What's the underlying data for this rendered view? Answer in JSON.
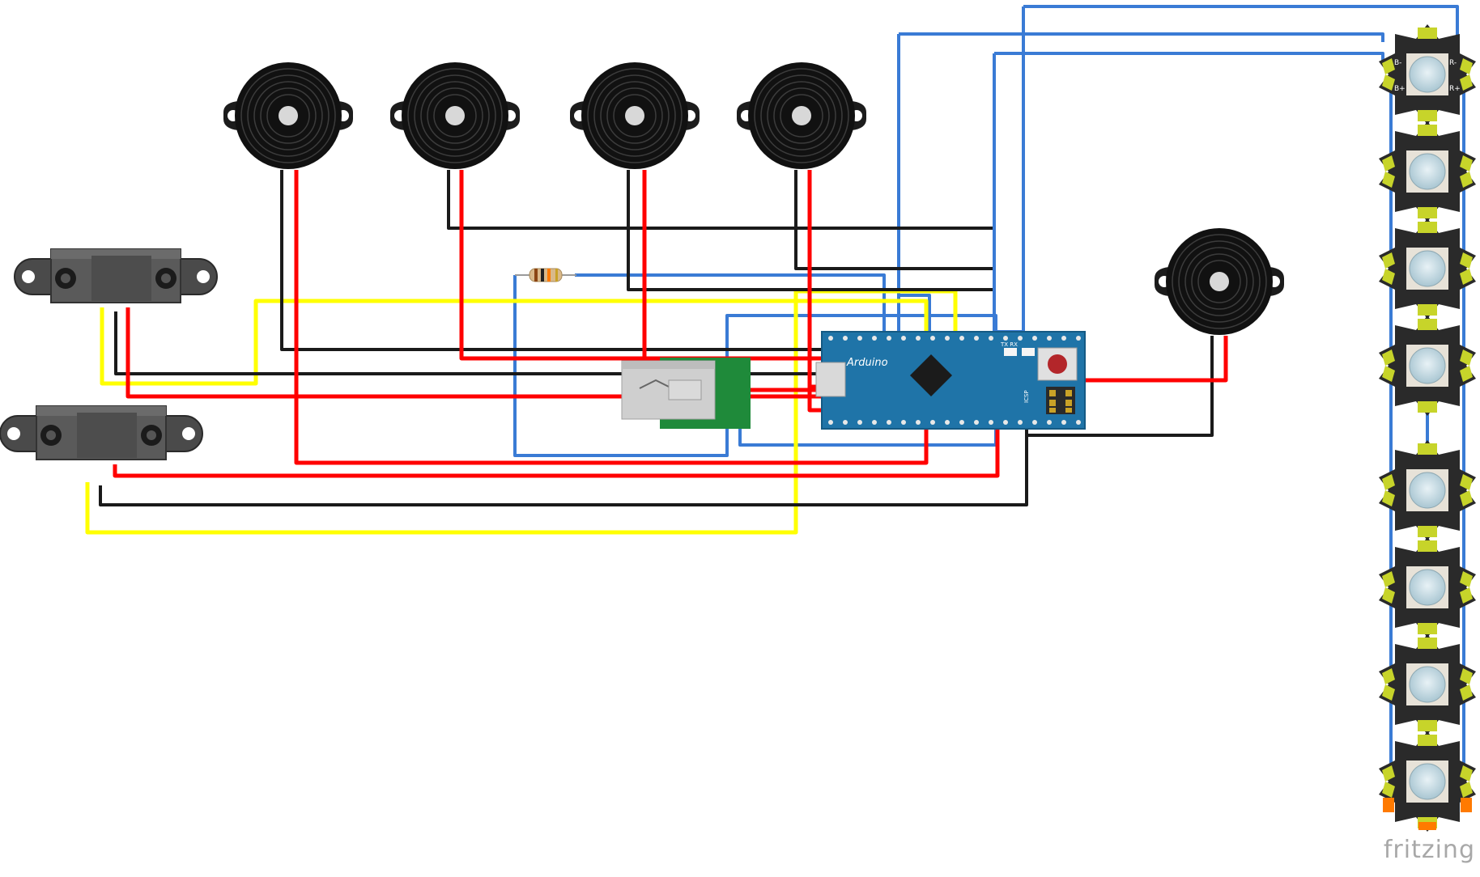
{
  "watermark": "fritzing",
  "board_label": "Arduino",
  "icsp_label": "ICSP",
  "txrx_label": "TX RX",
  "led_labels": {
    "bminus": "B-",
    "bplus": "B+",
    "rminus": "R-",
    "rplus": "R+"
  },
  "colors": {
    "wire_red": "#ff0000",
    "wire_black": "#1a1a1a",
    "wire_yellow": "#ffff00",
    "wire_blue": "#3a7bd5",
    "board": "#1f74a8",
    "led_pcb": "#2b2b2b",
    "led_lens": "#b9d3de",
    "sensor": "#555555"
  }
}
